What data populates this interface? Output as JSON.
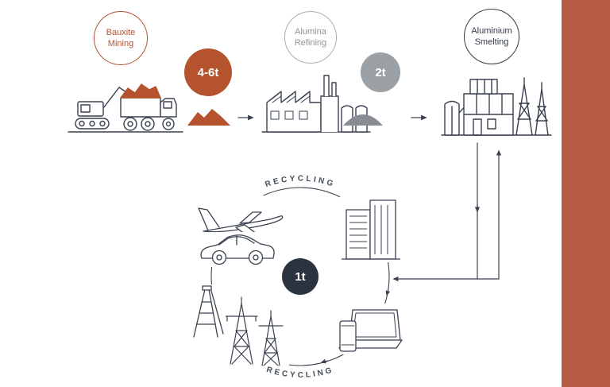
{
  "palette": {
    "rust": "#b5532e",
    "gray_fill": "#9aa0a4",
    "gray_dome": "#878d93",
    "dark": "#2b3240",
    "line": "#3a4150",
    "accent_bar": "#b85c43"
  },
  "flow": {
    "stage1": {
      "label1": "Bauxite",
      "label2": "Mining"
    },
    "qty1": "4-6t",
    "stage2": {
      "label1": "Alumina",
      "label2": "Refining"
    },
    "qty2": "2t",
    "stage3": {
      "label1": "Aluminium",
      "label2": "Smelting"
    },
    "loop_qty": "1t",
    "recycling_top": "RECYCLING",
    "recycling_bottom": "RECYCLING"
  },
  "icons": [
    "excavator-dump-truck-icon",
    "bauxite-pile-icon",
    "alumina-refinery-icon",
    "alumina-dome-icon",
    "aluminium-smelter-icon",
    "airplane-icon",
    "car-icon",
    "office-building-icon",
    "laptop-phone-icon",
    "power-towers-icon",
    "ladder-icon"
  ]
}
